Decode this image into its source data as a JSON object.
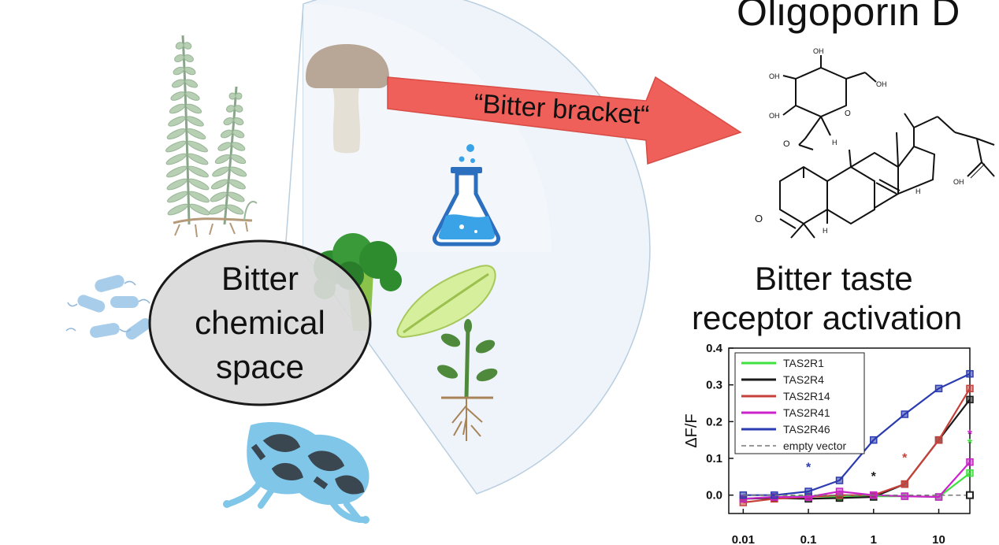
{
  "compound": {
    "name": "Oligoporin D"
  },
  "arrow": {
    "label": "“Bitter bracket“",
    "color": "#f0605a"
  },
  "ellipse": {
    "line1": "Bitter",
    "line2": "chemical",
    "line3": "space"
  },
  "section": {
    "line1": "Bitter taste",
    "line2": "receptor activation"
  },
  "structure_labels": {
    "oh": "OH",
    "h": "H"
  },
  "chart_data": {
    "type": "line",
    "ylabel": "ΔF/F",
    "xlabel": "",
    "x_scale": "log",
    "xlim": [
      0.006,
      30
    ],
    "ylim": [
      -0.05,
      0.4
    ],
    "x_ticks": [
      0.01,
      0.1,
      1,
      10
    ],
    "x_tick_labels": [
      "0.01",
      "0.1",
      "1",
      "10"
    ],
    "y_ticks": [
      0.0,
      0.1,
      0.2,
      0.3,
      0.4
    ],
    "y_tick_labels": [
      "0.0",
      "0.1",
      "0.2",
      "0.3",
      "0.4"
    ],
    "legend_position": "top-left",
    "x": [
      0.01,
      0.03,
      0.1,
      0.3,
      1,
      3,
      10,
      30
    ],
    "series": [
      {
        "name": "TAS2R1",
        "color": "#3ee23e",
        "values": [
          -0.01,
          -0.005,
          -0.003,
          -0.005,
          -0.003,
          -0.003,
          -0.005,
          0.06
        ]
      },
      {
        "name": "TAS2R4",
        "color": "#1a1a1a",
        "values": [
          -0.01,
          -0.008,
          -0.01,
          -0.008,
          -0.005,
          0.03,
          0.15,
          0.26
        ]
      },
      {
        "name": "TAS2R14",
        "color": "#c8403a",
        "values": [
          -0.02,
          -0.01,
          -0.005,
          0.0,
          0.0,
          0.03,
          0.15,
          0.29
        ]
      },
      {
        "name": "TAS2R41",
        "color": "#cc22cc",
        "values": [
          -0.01,
          -0.005,
          -0.005,
          0.01,
          0.0,
          -0.003,
          -0.005,
          0.09
        ]
      },
      {
        "name": "TAS2R46",
        "color": "#2b3bb0",
        "values": [
          0.0,
          0.0,
          0.01,
          0.04,
          0.15,
          0.22,
          0.29,
          0.33
        ]
      },
      {
        "name": "empty vector",
        "color": "#777777",
        "dashed": true,
        "values": [
          0.0,
          0.0,
          0.0,
          0.0,
          0.0,
          0.0,
          0.0,
          0.0
        ]
      }
    ],
    "annotations": [
      {
        "text": "*",
        "x": 0.1,
        "y": 0.065,
        "color": "#2b3bb0"
      },
      {
        "text": "*",
        "x": 1,
        "y": 0.04,
        "color": "#1a1a1a"
      },
      {
        "text": "*",
        "x": 3,
        "y": 0.09,
        "color": "#c8403a"
      },
      {
        "text": "*",
        "x": 30,
        "y": 0.155,
        "color": "#cc22cc"
      },
      {
        "text": "*",
        "x": 30,
        "y": 0.13,
        "color": "#3ee23e"
      }
    ]
  }
}
